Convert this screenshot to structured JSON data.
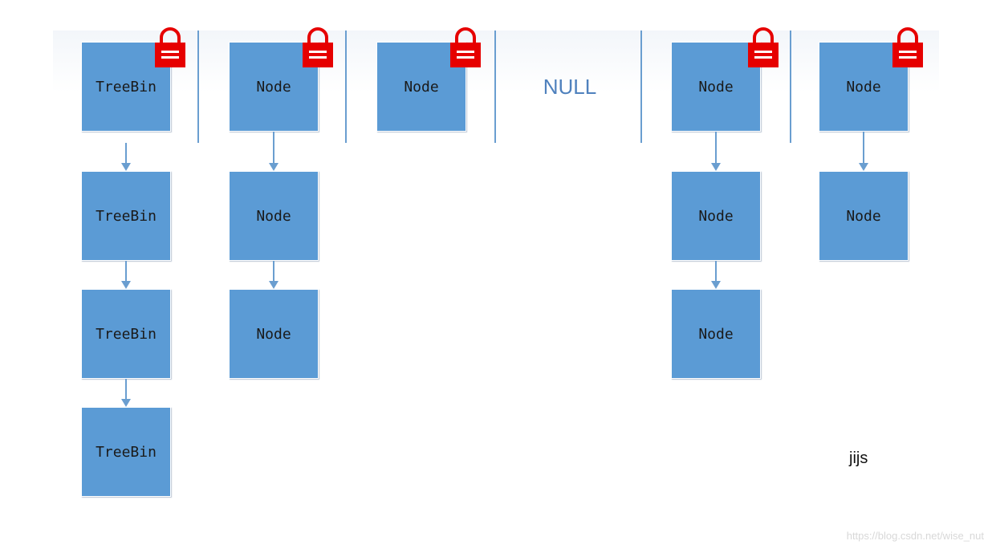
{
  "array": {
    "buckets": [
      {
        "head": "TreeBin",
        "locked": true,
        "chain": [
          "TreeBin",
          "TreeBin",
          "TreeBin"
        ]
      },
      {
        "head": "Node",
        "locked": true,
        "chain": [
          "Node",
          "Node"
        ]
      },
      {
        "head": "Node",
        "locked": true,
        "chain": []
      },
      {
        "head": "NULL",
        "locked": false,
        "chain": []
      },
      {
        "head": "Node",
        "locked": true,
        "chain": [
          "Node",
          "Node"
        ]
      },
      {
        "head": "Node",
        "locked": true,
        "chain": [
          "Node"
        ]
      }
    ]
  },
  "colors": {
    "node_fill": "#5b9bd5",
    "frame": "#6a9ed0",
    "lock": "#e60000",
    "null_text": "#4f81bd"
  },
  "icons": {
    "lock": "padlock-icon"
  },
  "author": "jijs",
  "watermark": "https://blog.csdn.net/wise_nut"
}
